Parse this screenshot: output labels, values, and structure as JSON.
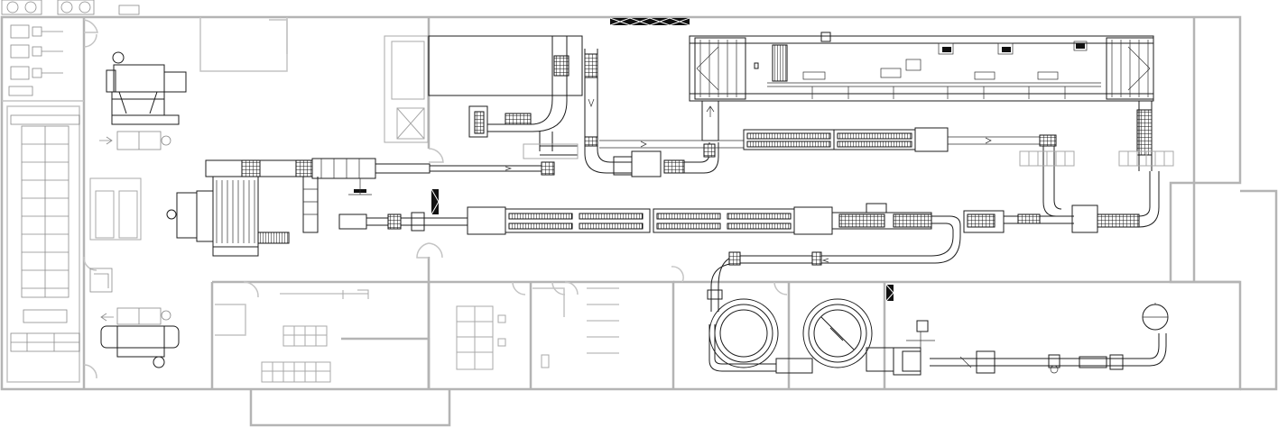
{
  "diagram": {
    "type": "facility floor plan",
    "description_visible_text": [],
    "colors": {
      "walls": "#b4b4b4",
      "equipment": "#1c1c1c",
      "background": "#ffffff",
      "furniture": "#a8a8a8"
    },
    "elements": {
      "storage_room": "storage-room-left",
      "conveyor_main": "main-conveyor-line",
      "upper_line": "upper-processing-line",
      "tanks": "round-tanks",
      "final_vessel": "spherical-vessel"
    }
  }
}
